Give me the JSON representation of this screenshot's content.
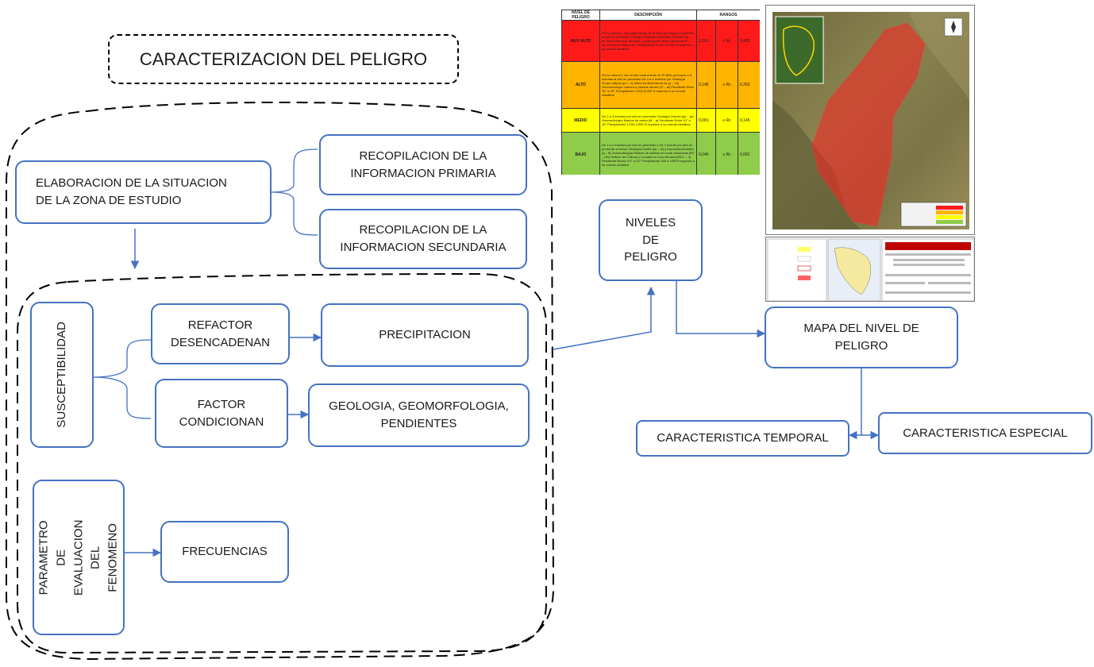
{
  "title": "CARACTERIZACION DEL PELIGRO",
  "elaboracion": "ELABORACION DE LA SITUACION\nDE LA ZONA DE ESTUDIO",
  "recop_primaria": "RECOPILACION DE LA\nINFORMACION PRIMARIA",
  "recop_secundaria": "RECOPILACION DE LA\nINFORMACION SECUNDARIA",
  "susceptibilidad": "SUSCEPTIBILIDAD",
  "refactor": "REFACTOR\nDESENCADENAN",
  "precipitacion": "PRECIPITACION",
  "factor": "FACTOR\nCONDICIONAN",
  "geologia": "GEOLOGIA, GEOMORFOLOGIA,\nPENDIENTES",
  "parametro": "PARAMETRO DE\nEVALUACION DEL\nFENOMENO",
  "frecuencias": "FRECUENCIAS",
  "niveles": "NIVELES\nDE\nPELIGRO",
  "mapa": "MAPA DEL NIVEL DE\nPELIGRO",
  "temporal": "CARACTERISTICA TEMPORAL",
  "especial": "CARACTERISTICA ESPECIAL",
  "colors": {
    "accent": "#4472c4",
    "muy_alto": "#ff1a1a",
    "alto": "#ffb400",
    "medio": "#ffff00",
    "bajo": "#8fcc4a"
  },
  "table": {
    "headers": [
      "NIVEL DE PELIGRO",
      "DESCRIPCIÓN",
      "RANGOS"
    ],
    "rows": [
      {
        "level": "MUY ALTO",
        "desc": "Por lo menos 1 vez cada evento de El Niño ya mayor a 5 eventos al año en promedio Geología Depósitos aluviales recientes (q – al) Geomorfología Terrazas o piedemonte aluvio-torrencial (P – at) Pendiente Mayor 25° Precipitación 5,000-10,000 % superior a su normal climática",
        "r1": "0,263",
        "op": "≤ Rc",
        "r2": "0,455"
      },
      {
        "level": "ALTO",
        "desc": "Por lo menos 1 vez al año cada evento de El Niño ya mayor a 5 eventos al año en promedio De 3 a 4 eventos por Geología Grupo calipuy (pn – c) ahora su abreviatura es (p – ca) Geomorfología Llanura o planicie aluvial (Pl – al) Pendiente Entre 15° a 25° Precipitación 2,000-5,000 % superior a su normal climática",
        "r1": "0,145",
        "op": "≤ Rc",
        "r2": "0,263"
      },
      {
        "level": "MEDIO",
        "desc": "De 2 a 3 eventos por año en promedio Geología Granito (kp – gr) Geomorfología Mantos de arena (M – a) Pendiente Entre 10° a 15° Precipitación 1,000-2,000 % superior a su normal climática",
        "r1": "0,081",
        "op": "≤ Rc",
        "r2": "0,145"
      },
      {
        "level": "BAJO",
        "desc": "De 1 a 2 eventos por año en promedio y De 1 evento por año en promedio a menor Geología Diorita (kp – di) y Depósitos fluviales (q – fl) Geomorfología Relieve de colinas en rocas volcánicas (RC – rvb) Relieve de Colinas y Lomada en roca intrusiva (RCL – ri) Pendiente Menor a 5° a 10° Precipitación 300 a 1000% superior a su normal climática",
        "r1": "0,046",
        "op": "≤ Rc",
        "r2": "0,081"
      }
    ]
  }
}
